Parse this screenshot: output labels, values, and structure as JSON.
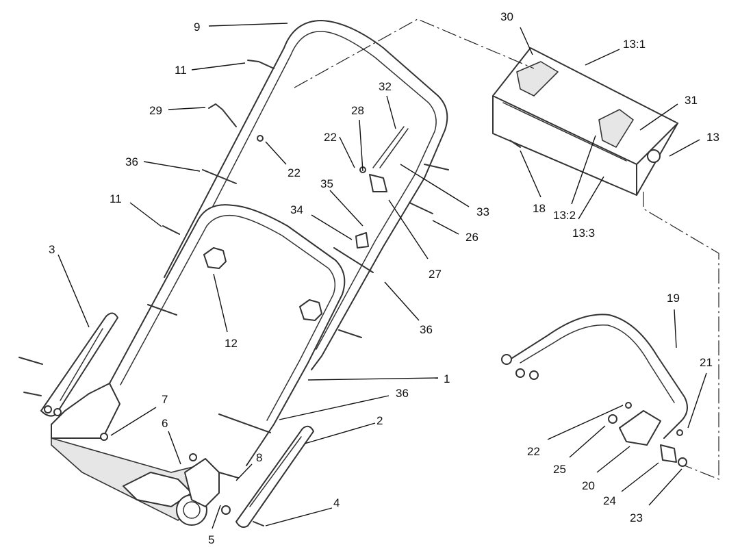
{
  "labels": {
    "p1": "1",
    "p2": "2",
    "p3": "3",
    "p4": "4",
    "p5": "5",
    "p6": "6",
    "p7": "7",
    "p8": "8",
    "p9": "9",
    "p11a": "11",
    "p11b": "11",
    "p12": "12",
    "p13": "13",
    "p13_1": "13:1",
    "p13_2": "13:2",
    "p13_3": "13:3",
    "p18": "18",
    "p19": "19",
    "p20": "20",
    "p21": "21",
    "p22a": "22",
    "p22b": "22",
    "p22c": "22",
    "p23": "23",
    "p24": "24",
    "p25": "25",
    "p26": "26",
    "p27": "27",
    "p28": "28",
    "p29": "29",
    "p30": "30",
    "p31": "31",
    "p32": "32",
    "p33": "33",
    "p34": "34",
    "p35": "35",
    "p36a": "36",
    "p36b": "36",
    "p36c": "36"
  }
}
